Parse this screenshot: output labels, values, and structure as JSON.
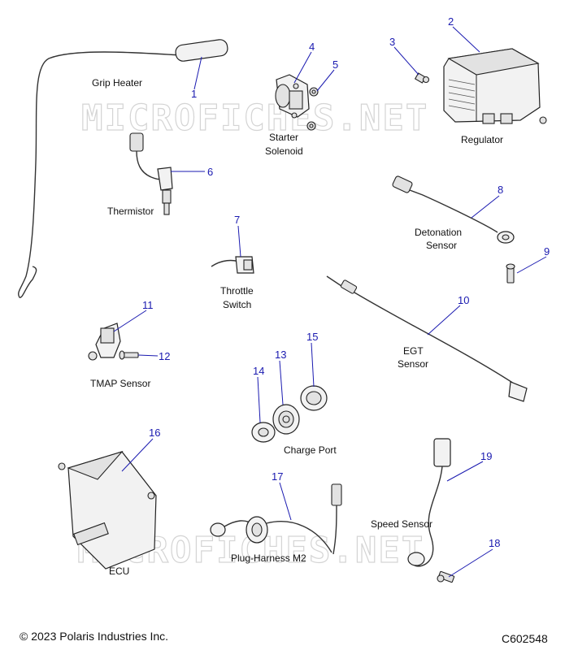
{
  "watermark": "MICROFICHES.NET",
  "parts": [
    {
      "number": "1",
      "label": "Grip Heater"
    },
    {
      "number": "2",
      "label": "Regulator"
    },
    {
      "number": "3",
      "label": ""
    },
    {
      "number": "4",
      "label": "Starter Solenoid"
    },
    {
      "number": "5",
      "label": ""
    },
    {
      "number": "6",
      "label": "Thermistor"
    },
    {
      "number": "7",
      "label": "Throttle Switch"
    },
    {
      "number": "8",
      "label": "Detonation Sensor"
    },
    {
      "number": "9",
      "label": ""
    },
    {
      "number": "10",
      "label": "EGT Sensor"
    },
    {
      "number": "11",
      "label": "TMAP Sensor"
    },
    {
      "number": "12",
      "label": ""
    },
    {
      "number": "13",
      "label": "Charge Port"
    },
    {
      "number": "14",
      "label": ""
    },
    {
      "number": "15",
      "label": ""
    },
    {
      "number": "16",
      "label": "ECU"
    },
    {
      "number": "17",
      "label": "Plug-Harness M2"
    },
    {
      "number": "18",
      "label": ""
    },
    {
      "number": "19",
      "label": "Speed Sensor"
    }
  ],
  "text_labels": {
    "grip_heater": "Grip Heater",
    "starter": "Starter",
    "solenoid": "Solenoid",
    "regulator": "Regulator",
    "thermistor": "Thermistor",
    "detonation": "Detonation",
    "sensor_det": "Sensor",
    "throttle": "Throttle",
    "switch": "Switch",
    "egt": "EGT",
    "sensor_egt": "Sensor",
    "tmap_sensor": "TMAP Sensor",
    "charge_port": "Charge Port",
    "speed_sensor": "Speed Sensor",
    "plug_harness": "Plug-Harness M2",
    "ecu": "ECU"
  },
  "footer": {
    "copyright": "© 2023 Polaris Industries Inc.",
    "code": "C602548"
  }
}
